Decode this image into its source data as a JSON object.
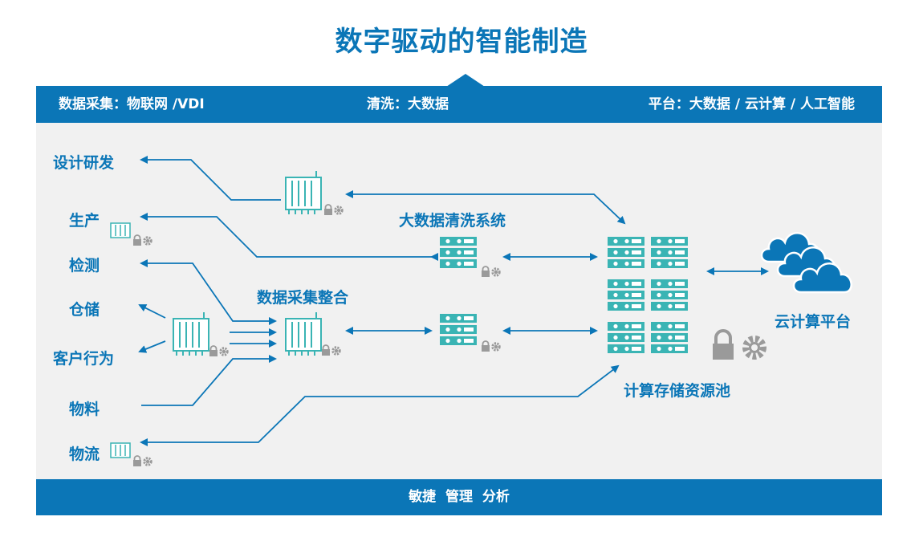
{
  "title": "数字驱动的智能制造",
  "top_bar": {
    "left": "数据采集：物联网 /VDI",
    "center": "清洗：大数据",
    "right": "平台：大数据 / 云计算 / 人工智能"
  },
  "left_items": [
    "设计研发",
    "生产",
    "检测",
    "仓储",
    "客户行为",
    "物料",
    "物流"
  ],
  "nodes": {
    "cleaning_system": "大数据清洗系统",
    "collection_integration": "数据采集整合",
    "resource_pool": "计算存储资源池",
    "cloud_platform": "云计算平台"
  },
  "bottom_bar": "敏捷  管理  分析",
  "colors": {
    "primary": "#0b76b7",
    "server": "#3ab4b4",
    "panel": "#f1f1f1",
    "icon_gray": "#9a9a9a"
  }
}
